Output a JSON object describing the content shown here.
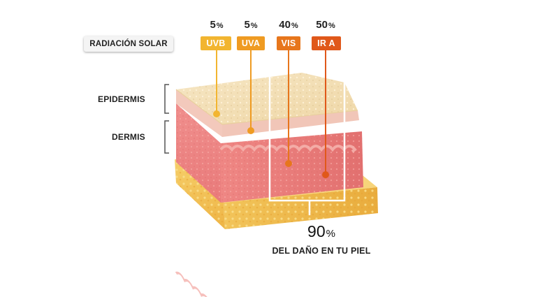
{
  "header": {
    "radiation_label": "RADIACIÓN SOLAR"
  },
  "rays": [
    {
      "label": "UVB",
      "percent": "5",
      "unit": "%",
      "color": "#f2b530"
    },
    {
      "label": "UVA",
      "percent": "5",
      "unit": "%",
      "color": "#ef9b22"
    },
    {
      "label": "VIS",
      "percent": "40",
      "unit": "%",
      "color": "#e7761c"
    },
    {
      "label": "IR A",
      "percent": "50",
      "unit": "%",
      "color": "#e0581a"
    }
  ],
  "layers": {
    "epidermis": "EPIDERMIS",
    "dermis": "DERMIS"
  },
  "damage": {
    "percent": "90",
    "unit": "%",
    "label": "DEL DAÑO EN TU PIEL"
  },
  "colors": {
    "epidermis": "#f3ddb0",
    "dermis": "#ec8f8b",
    "subcutis": "#f4c65c",
    "bracket": "#555555"
  }
}
